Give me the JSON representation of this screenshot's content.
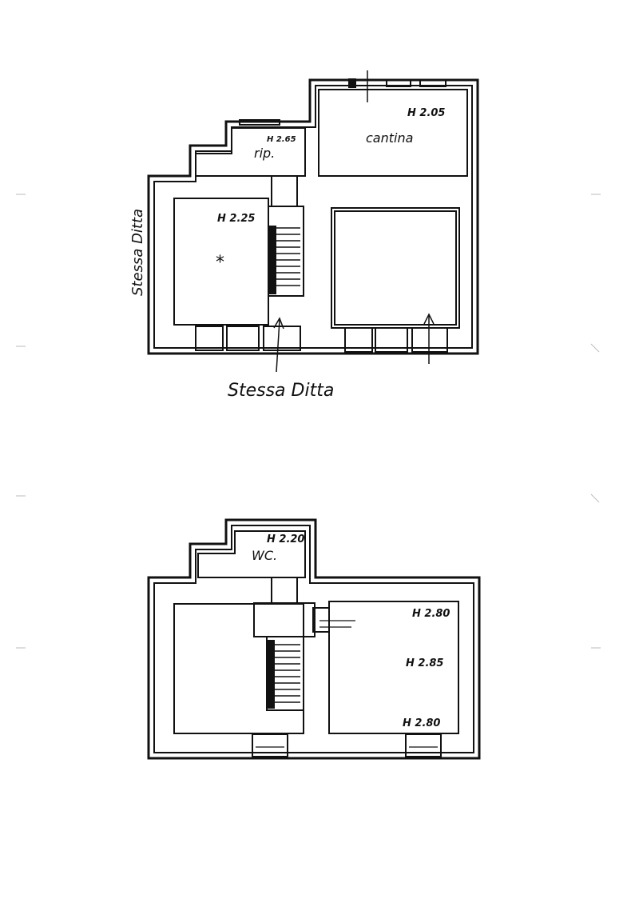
{
  "upper_plan": {
    "header_scribble": "",
    "room_labels": {
      "cantina": "cantina",
      "rip": "rip.",
      "star_mark": "*"
    },
    "heights": {
      "cantina": "H 2.05",
      "rip": "H 2.65",
      "left_room": "H 2.25"
    },
    "boundary_left": "Stessa Ditta",
    "boundary_bottom": "Stessa Ditta"
  },
  "lower_plan": {
    "room_labels": {
      "wc": "WC."
    },
    "heights": {
      "wc": "H 2.20",
      "right_top": "H 2.80",
      "right_mid": "H 2.85",
      "right_bottom": "H 2.80"
    }
  }
}
